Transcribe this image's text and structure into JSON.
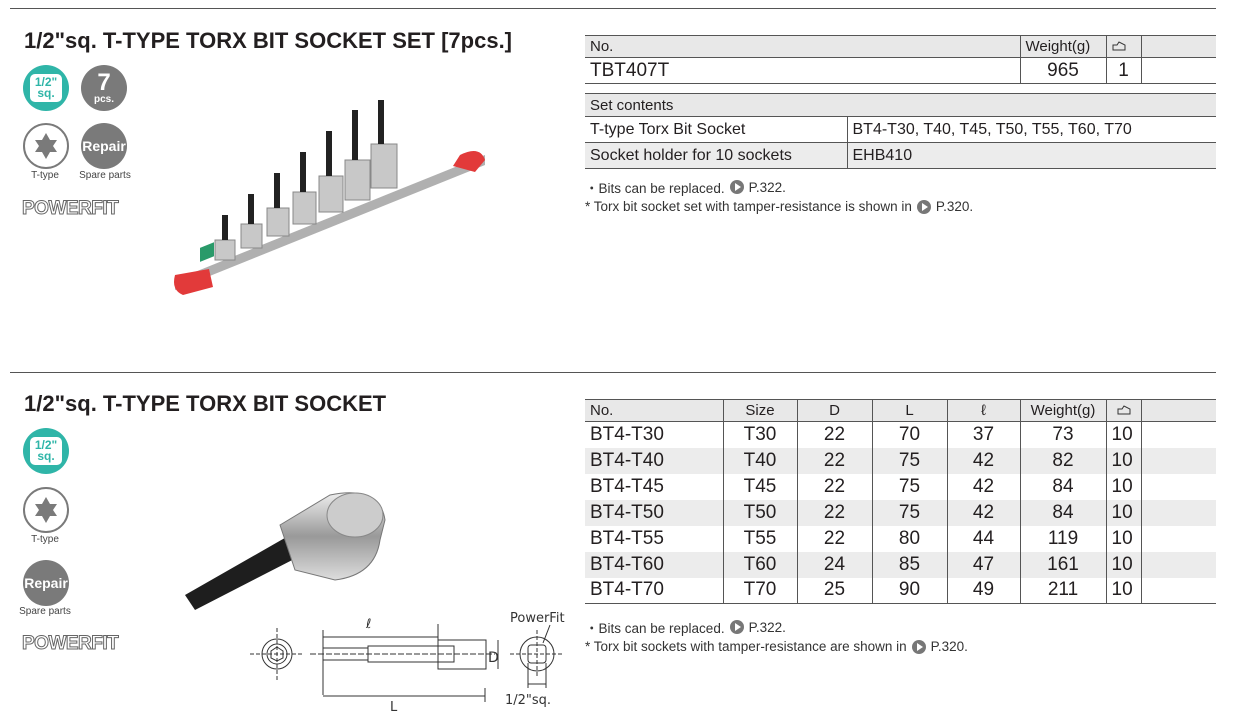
{
  "set": {
    "title": "1/2\"sq. T-TYPE TORX BIT SOCKET SET [7pcs.]",
    "badges": {
      "drive_top": "1/2\"",
      "drive_bottom": "sq.",
      "pcs_num": "7",
      "pcs_label": "pcs.",
      "ttype_caption": "T-type",
      "repair": "Repair",
      "repair_caption": "Spare parts",
      "logo": "POWERFIT"
    },
    "table": {
      "headers": {
        "no": "No.",
        "weight": "Weight(g)",
        "qty_icon": "box-icon"
      },
      "row": {
        "no": "TBT407T",
        "weight": "965",
        "qty": "1"
      }
    },
    "contents": {
      "header": "Set contents",
      "rows": [
        {
          "item": "T-type Torx Bit Socket",
          "value": "BT4-T30, T40, T45, T50, T55, T60, T70"
        },
        {
          "item": "Socket holder for 10 sockets",
          "value": "EHB410"
        }
      ]
    },
    "notes": [
      {
        "text": "・Bits can be replaced.",
        "ref": "P.322."
      },
      {
        "text": "* Torx bit socket set with tamper-resistance is shown in",
        "ref": "P.320."
      }
    ]
  },
  "single": {
    "title": "1/2\"sq. T-TYPE TORX BIT SOCKET",
    "badges": {
      "drive_top": "1/2\"",
      "drive_bottom": "sq.",
      "ttype_caption": "T-type",
      "repair": "Repair",
      "repair_caption": "Spare parts",
      "logo": "POWERFIT"
    },
    "headers": [
      "No.",
      "Size",
      "D",
      "L",
      "ℓ",
      "Weight(g)"
    ],
    "rows": [
      [
        "BT4-T30",
        "T30",
        "22",
        "70",
        "37",
        "73",
        "10"
      ],
      [
        "BT4-T40",
        "T40",
        "22",
        "75",
        "42",
        "82",
        "10"
      ],
      [
        "BT4-T45",
        "T45",
        "22",
        "75",
        "42",
        "84",
        "10"
      ],
      [
        "BT4-T50",
        "T50",
        "22",
        "75",
        "42",
        "84",
        "10"
      ],
      [
        "BT4-T55",
        "T55",
        "22",
        "80",
        "44",
        "119",
        "10"
      ],
      [
        "BT4-T60",
        "T60",
        "24",
        "85",
        "47",
        "161",
        "10"
      ],
      [
        "BT4-T70",
        "T70",
        "25",
        "90",
        "49",
        "211",
        "10"
      ]
    ],
    "notes": [
      {
        "text": "・Bits can be replaced.",
        "ref": "P.322."
      },
      {
        "text": "* Torx bit sockets with tamper-resistance are shown in",
        "ref": "P.320."
      }
    ],
    "diagram": {
      "l": "ℓ",
      "L": "L",
      "D": "D",
      "powerfit": "PowerFit",
      "sq": "1/2\"sq."
    }
  },
  "colors": {
    "teal": "#2fb5a8",
    "gray": "#7a7a7a",
    "row_shade": "#ececec"
  }
}
